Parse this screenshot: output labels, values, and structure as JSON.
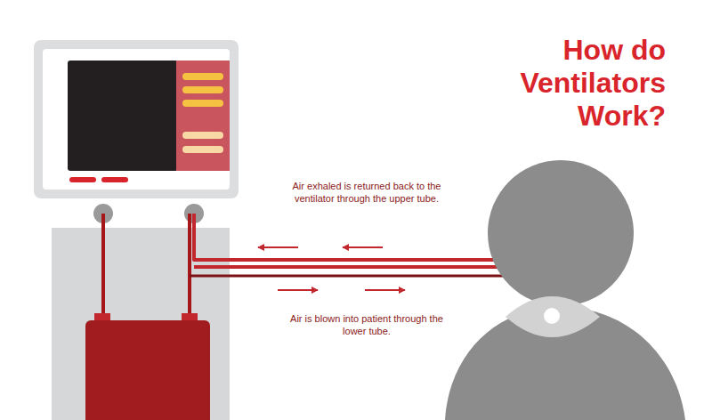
{
  "diagram": {
    "title": "How do Ventilators Work?",
    "labels": [
      "Air exhaled is returned back to the ventilator through the upper tube.",
      "Air is blown into patient through the lower tube."
    ]
  }
}
